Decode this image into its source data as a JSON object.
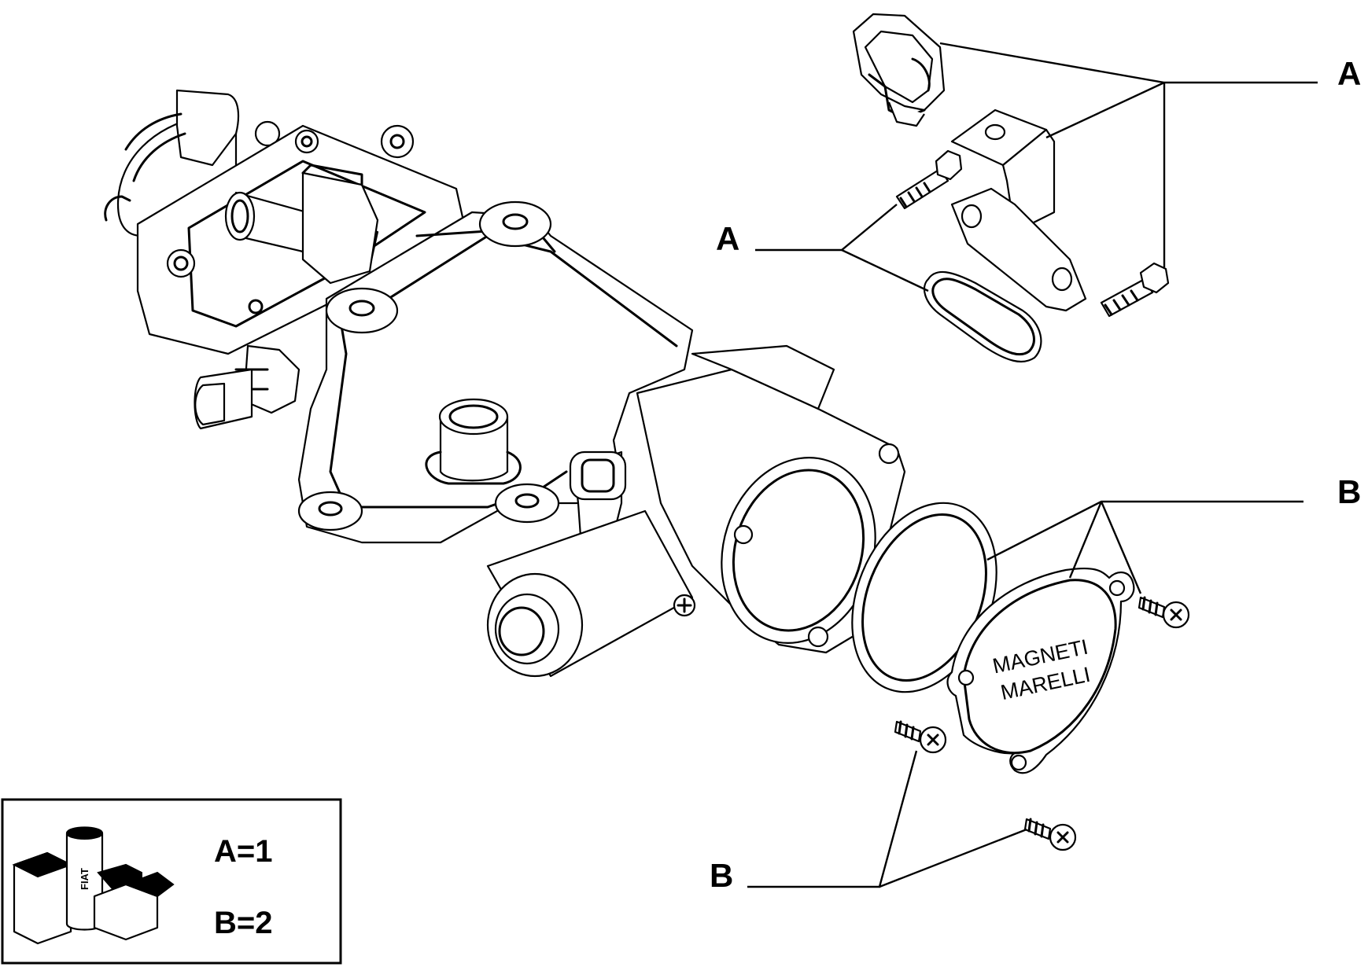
{
  "callouts": {
    "a_top": "A",
    "a_mid": "A",
    "b_right": "B",
    "b_bottom": "B"
  },
  "cover_brand": {
    "line1": "MAGNETI",
    "line2": "MARELLI"
  },
  "legend": {
    "line_a": "A=1",
    "line_b": "B=2",
    "logo_label": "FIAT"
  }
}
